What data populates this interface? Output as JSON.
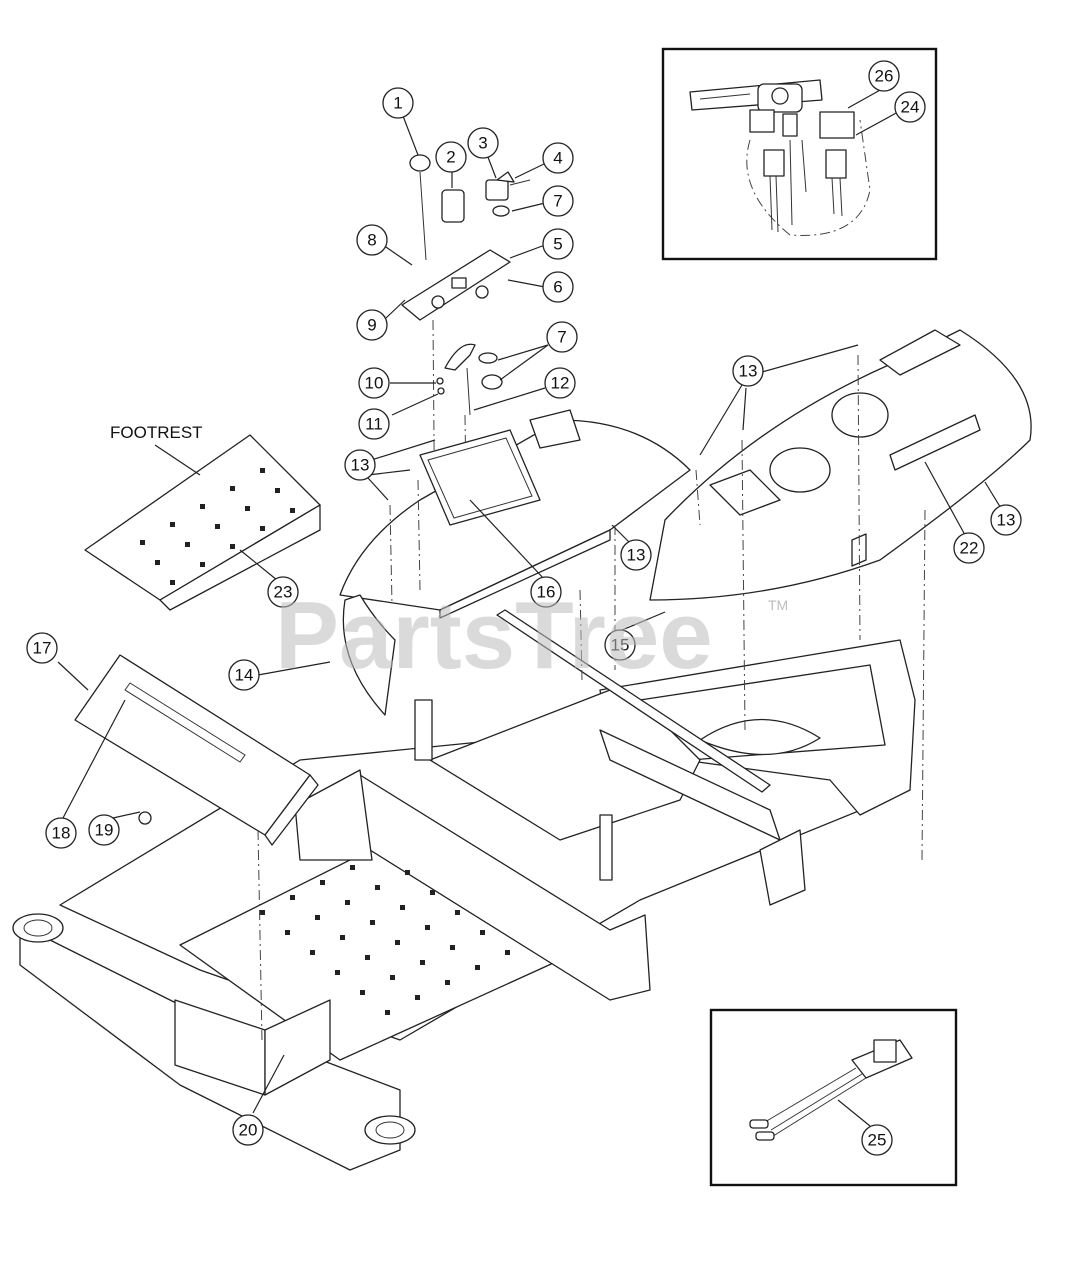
{
  "watermark": {
    "text": "PartsTree",
    "trademark": "TM"
  },
  "labels": {
    "footrest": "FOOTREST"
  },
  "callouts": {
    "c1": "1",
    "c2": "2",
    "c3": "3",
    "c4": "4",
    "c5": "5",
    "c6": "6",
    "c7": "7",
    "c8": "8",
    "c9": "9",
    "c10": "10",
    "c11": "11",
    "c12": "12",
    "c13": "13",
    "c14": "14",
    "c15": "15",
    "c16": "16",
    "c17": "17",
    "c18": "18",
    "c19": "19",
    "c20": "20",
    "c22": "22",
    "c23": "23",
    "c24": "24",
    "c25": "25",
    "c26": "26"
  }
}
